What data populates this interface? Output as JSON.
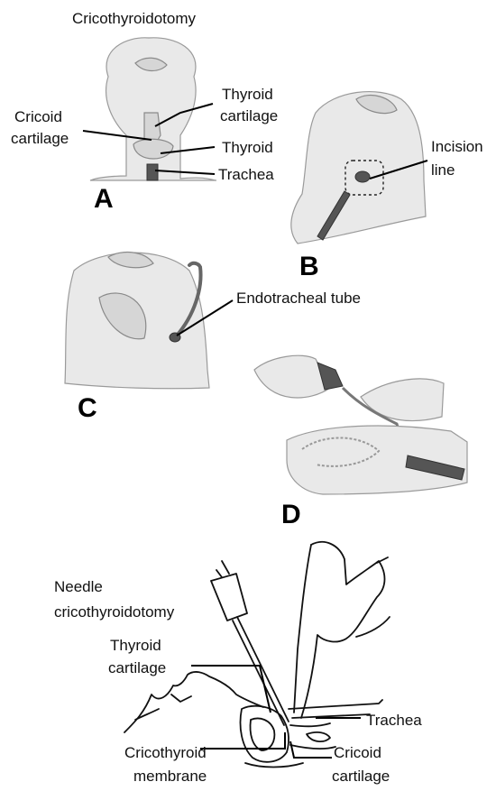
{
  "title": "Cricothyroidotomy",
  "panels": {
    "a": {
      "letter": "A",
      "thyroid_cartilage_1": "Thyroid",
      "thyroid_cartilage_2": "cartilage",
      "cricoid_1": "Cricoid",
      "cricoid_2": "cartilage",
      "thyroid": "Thyroid",
      "trachea": "Trachea"
    },
    "b": {
      "letter": "B",
      "incision_1": "Incision",
      "incision_2": "line"
    },
    "c": {
      "letter": "C",
      "tube": "Endotracheal tube"
    },
    "d": {
      "letter": "D"
    }
  },
  "needle": {
    "title_1": "Needle",
    "title_2": "cricothyroidotomy",
    "thyroid_1": "Thyroid",
    "thyroid_2": "cartilage",
    "trachea": "Trachea",
    "crico_membrane_1": "Cricothyroid",
    "crico_membrane_2": "membrane",
    "cricoid_1": "Cricoid",
    "cricoid_2": "cartilage"
  }
}
